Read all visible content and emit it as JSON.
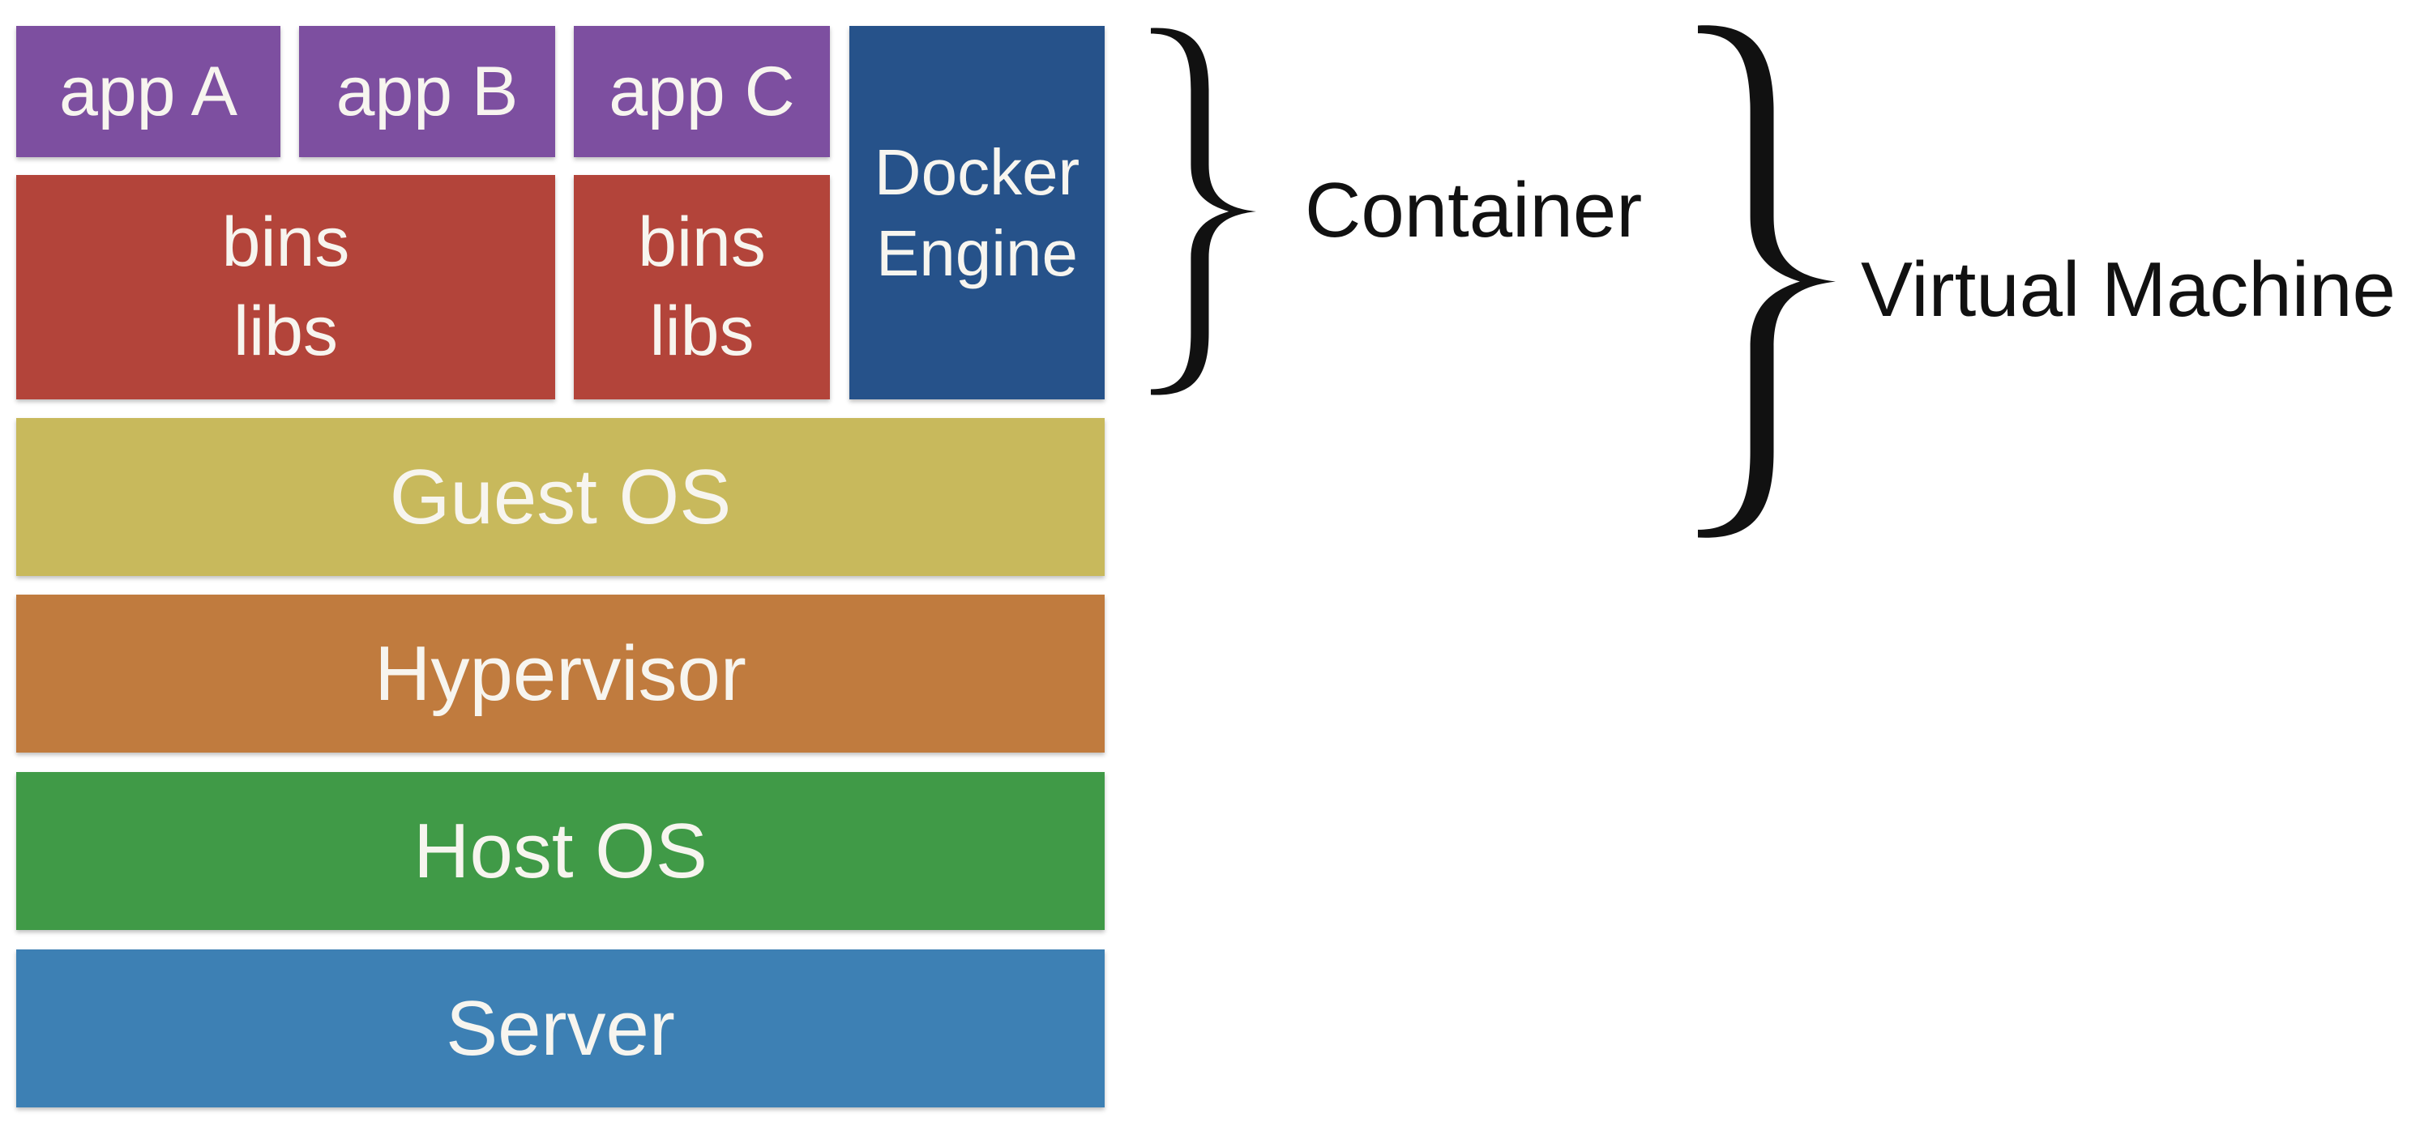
{
  "colors": {
    "app": "#7d4fa0",
    "bins": "#b3443a",
    "docker": "#26528a",
    "guest_os": "#c8b95c",
    "hypervisor": "#c07b3e",
    "host_os": "#409a47",
    "server": "#3d80b4"
  },
  "apps": {
    "a": "app A",
    "b": "app B",
    "c": "app C"
  },
  "bins_libs": {
    "first": "bins\nlibs",
    "second": "bins\nlibs"
  },
  "docker_engine": "Docker\nEngine",
  "layers": {
    "guest_os": "Guest OS",
    "hypervisor": "Hypervisor",
    "host_os": "Host OS",
    "server": "Server"
  },
  "labels": {
    "container": "Container",
    "virtual_machine": "Virtual Machine"
  }
}
